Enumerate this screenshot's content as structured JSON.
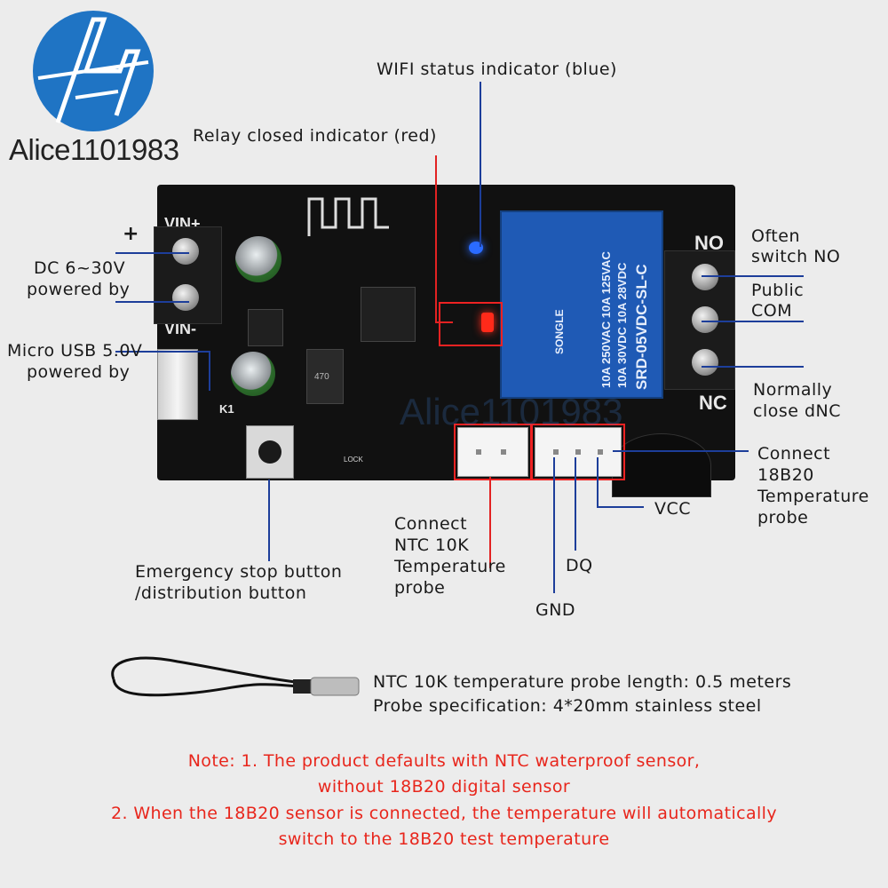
{
  "brand": {
    "logo_text": "Alice1101983",
    "watermark": "Alice1101983"
  },
  "board_silkscreen": {
    "vin_plus": "VIN+",
    "vin_minus": "VIN-",
    "no": "NO",
    "nc": "NC",
    "k1": "K1",
    "relay_brand": "SONGLE",
    "relay_model": "SRD-05VDC-SL-C",
    "relay_rating1": "10A 250VAC  10A 125VAC",
    "relay_rating2": "10A  30VDC  10A  28VDC",
    "inductor": "470",
    "lock": "LOCK"
  },
  "callouts": {
    "wifi": "WIFI status indicator (blue)",
    "relay_led": "Relay closed indicator (red)",
    "plus": "+",
    "dc_line1": "DC 6~30V",
    "dc_line2": "powered by",
    "usb_line1": "Micro USB 5.0V",
    "usb_line2": "powered by",
    "no_line1": "Often",
    "no_line2": "switch NO",
    "com_line1": "Public",
    "com_line2": "COM",
    "nc_line1": "Normally",
    "nc_line2": "close dNC",
    "b20_line1": "Connect",
    "b20_line2": "18B20",
    "b20_line3": "Temperature",
    "b20_line4": "probe",
    "vcc": "VCC",
    "dq": "DQ",
    "gnd": "GND",
    "ntc_line1": "Connect",
    "ntc_line2": "NTC 10K",
    "ntc_line3": "Temperature",
    "ntc_line4": "probe",
    "estop_line1": "Emergency stop button",
    "estop_line2": "/distribution button"
  },
  "probe_spec": {
    "length": "NTC 10K temperature probe length: 0.5 meters",
    "spec": "Probe specification: 4*20mm stainless steel"
  },
  "notes": {
    "line1": "Note: 1. The product defaults with NTC waterproof sensor,",
    "line2": "without 18B20 digital sensor",
    "line3": "2. When the 18B20 sensor is connected, the temperature will automatically",
    "line4": "switch to the 18B20 test temperature"
  },
  "colors": {
    "background": "#ececec",
    "logo_blue": "#1f74c4",
    "callout_line_blue": "#1d3e9a",
    "callout_line_red": "#e22222",
    "note_red": "#e8261c",
    "relay_blue": "#1f5ab5",
    "wifi_led": "#2a6bff",
    "relay_led": "#ff2a1a"
  }
}
